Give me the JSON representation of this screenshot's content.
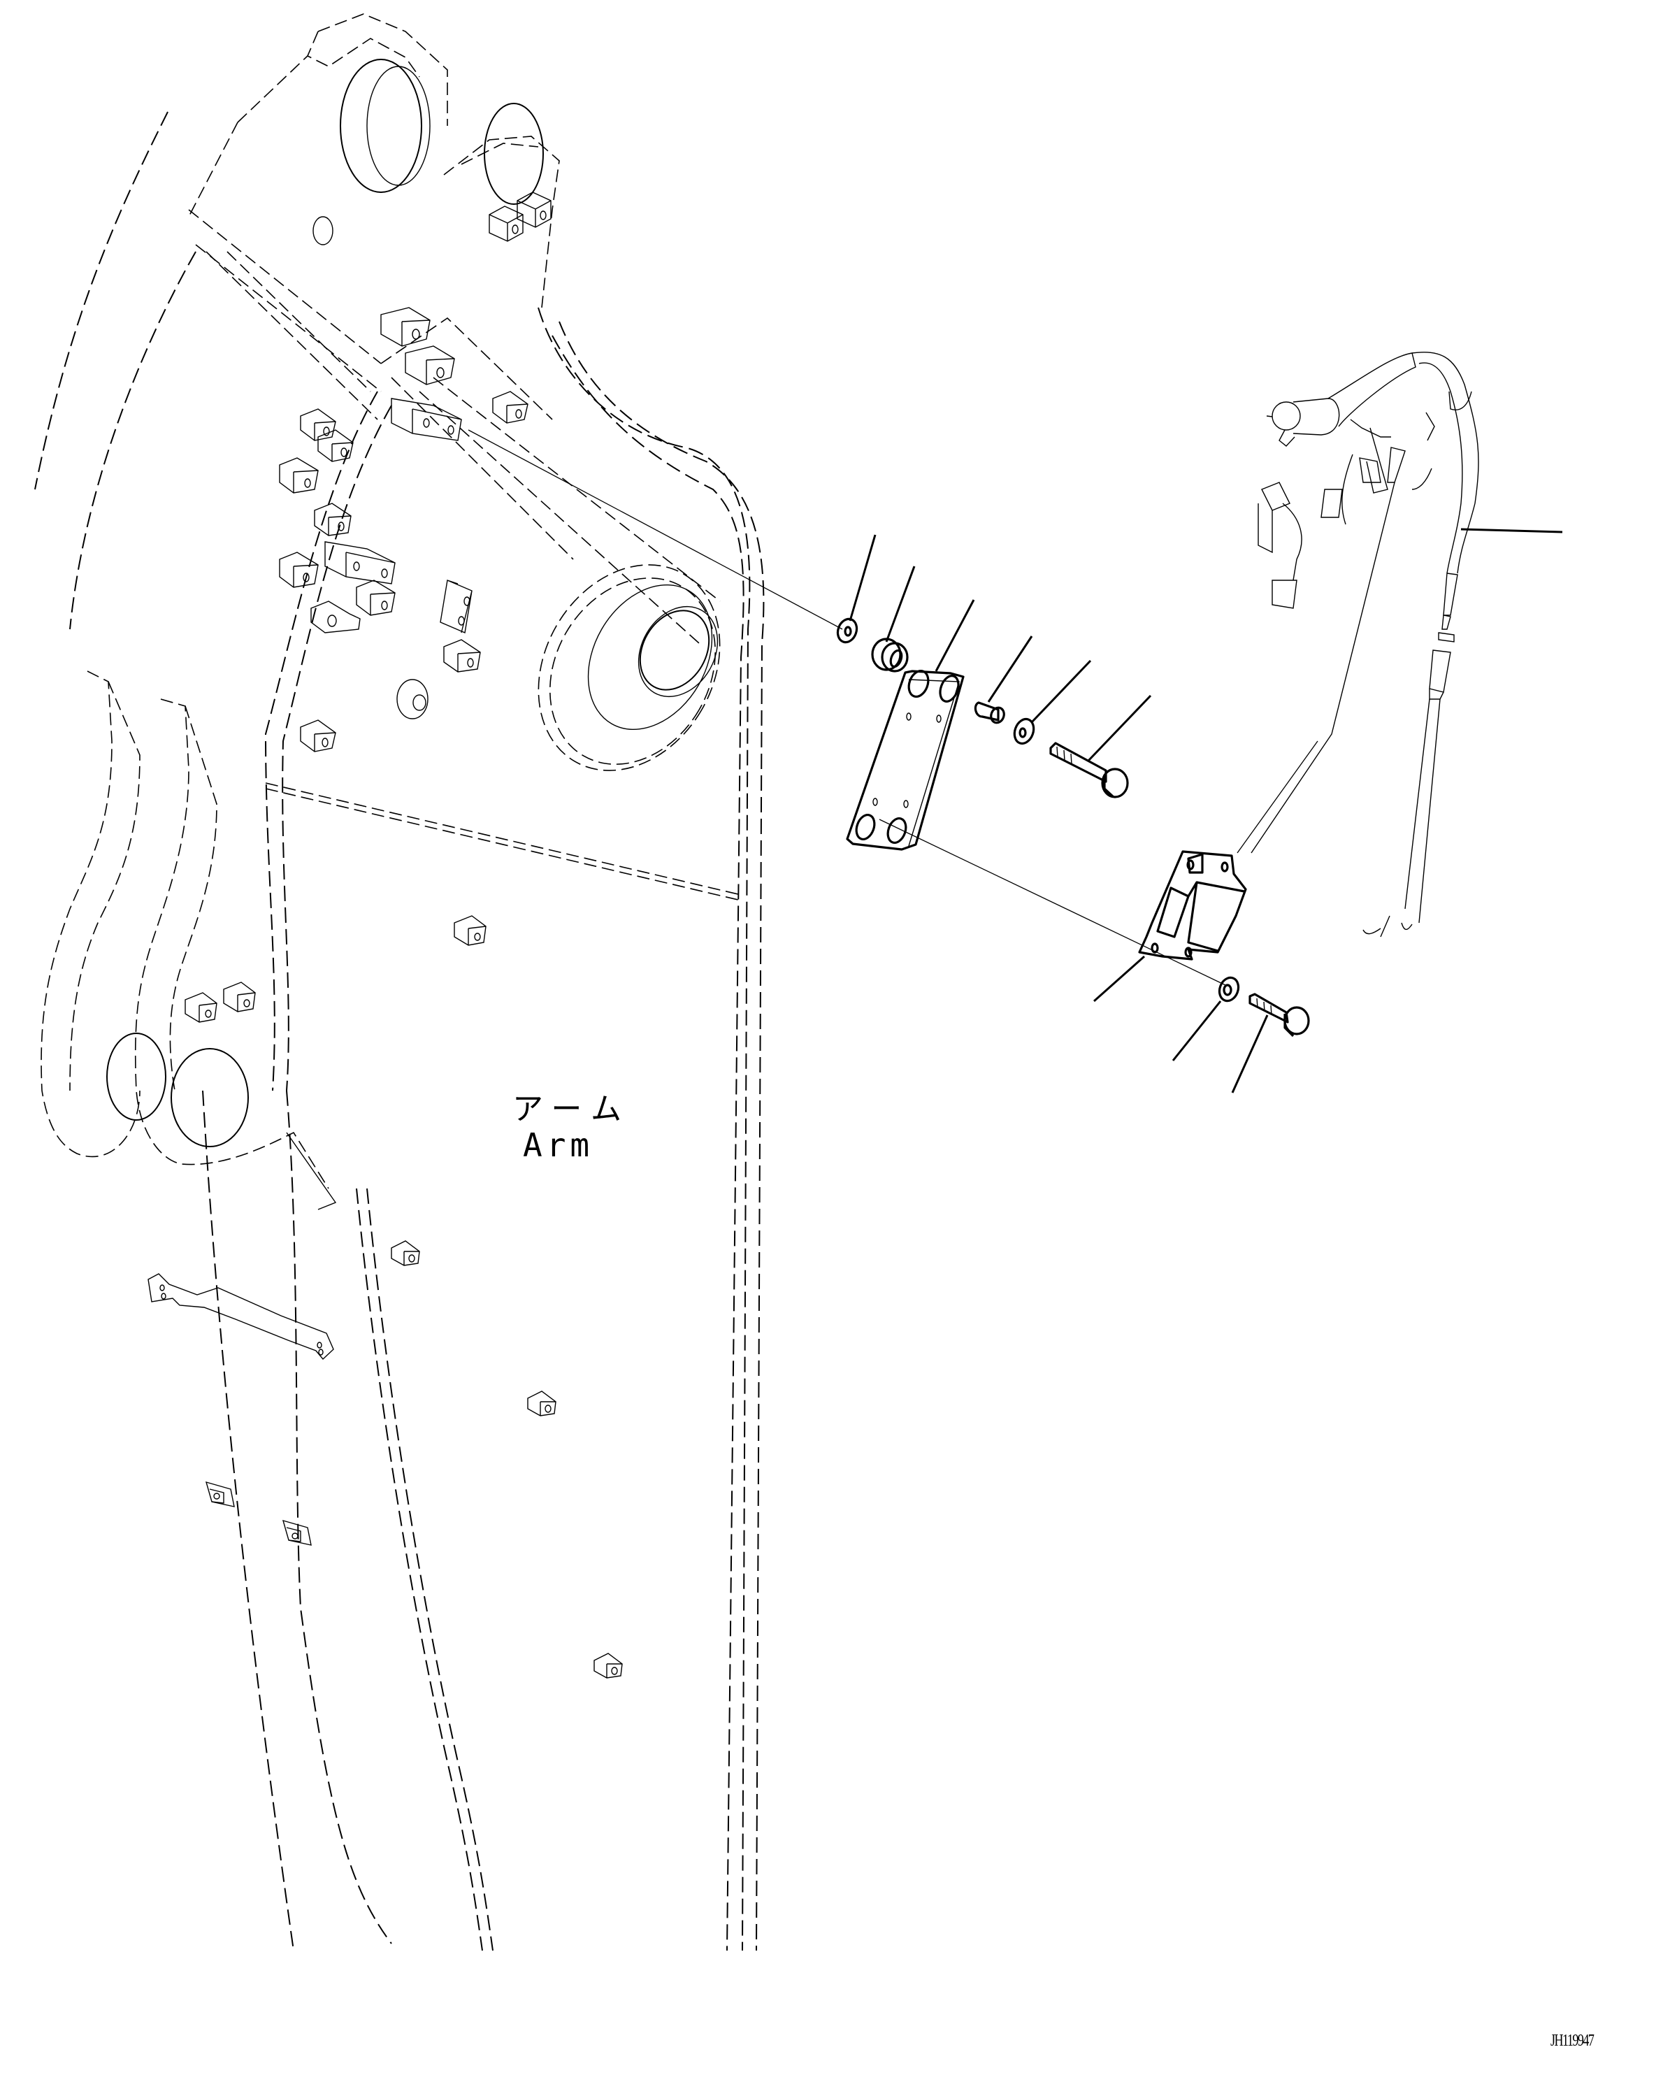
{
  "diagram": {
    "type": "exploded parts view",
    "subject": "Excavator arm with sensor bracket and wiring harness",
    "labels": {
      "part_name_jp": "アーム",
      "part_name_en": "Arm"
    },
    "figure_id": "JH119947",
    "colors": {
      "background": "#ffffff",
      "line": "#000000"
    },
    "callouts": [
      {
        "id": "callout-washer-small",
        "target": "washer"
      },
      {
        "id": "callout-bushing",
        "target": "collar bushing"
      },
      {
        "id": "callout-bracket-plate",
        "target": "bracket plate"
      },
      {
        "id": "callout-spacer",
        "target": "spacer sleeve"
      },
      {
        "id": "callout-washer-2",
        "target": "washer"
      },
      {
        "id": "callout-bolt-long",
        "target": "long bolt"
      },
      {
        "id": "callout-harness",
        "target": "wiring harness"
      },
      {
        "id": "callout-sensor",
        "target": "sensor unit"
      },
      {
        "id": "callout-washer-3",
        "target": "washer"
      },
      {
        "id": "callout-bolt-short",
        "target": "short bolt"
      }
    ]
  }
}
